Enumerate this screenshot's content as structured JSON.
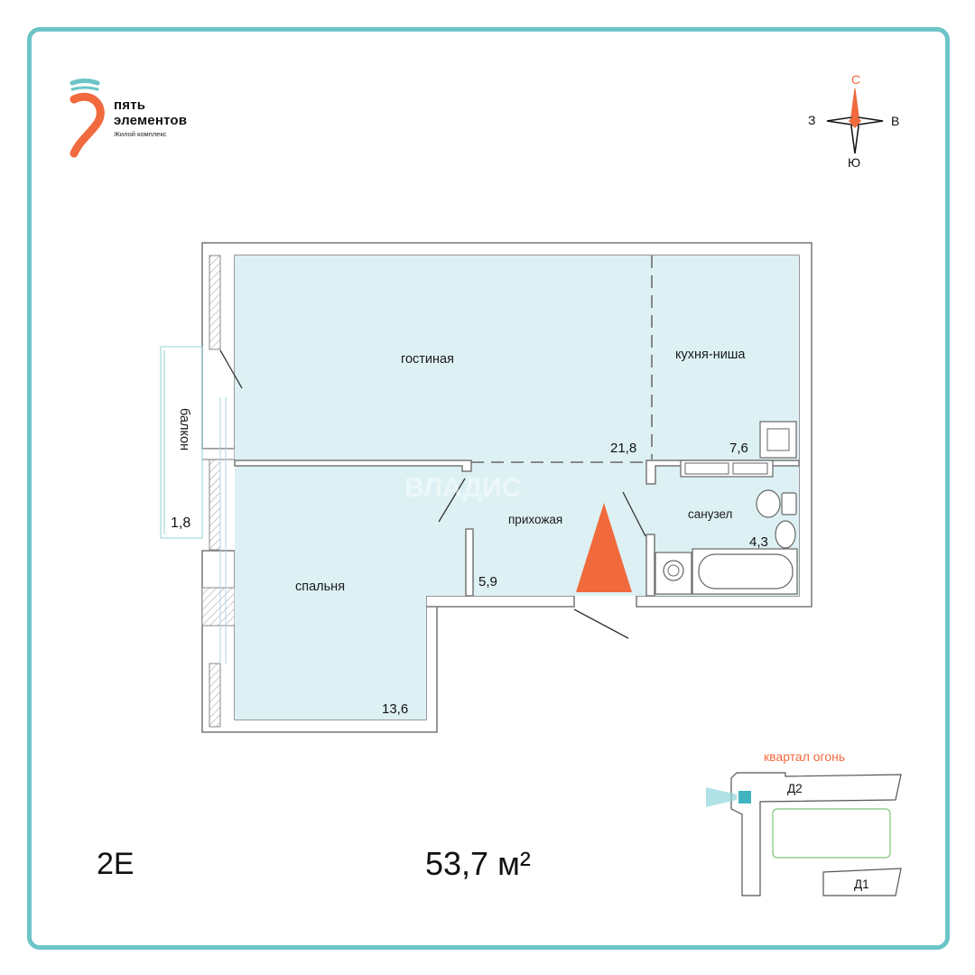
{
  "brand": {
    "name_line1": "пять",
    "name_line2": "элементов",
    "subtitle": "Жилой комплекс",
    "logo_icon": "five-elements-logo-icon"
  },
  "compass": {
    "north": "С",
    "west": "З",
    "east": "В",
    "south": "Ю"
  },
  "rooms": {
    "living": {
      "label": "гостиная",
      "area": "21,8"
    },
    "kitchen": {
      "label": "кухня-ниша",
      "area": "7,6"
    },
    "bathroom": {
      "label": "санузел",
      "area": "4,3"
    },
    "hallway": {
      "label": "прихожая",
      "area": "5,9"
    },
    "bedroom": {
      "label": "спальня",
      "area": "13,6"
    },
    "balcony": {
      "label": "балкон",
      "area": "1,8"
    }
  },
  "apartment": {
    "code": "2E",
    "total_area": "53,7 м²"
  },
  "site_plan": {
    "quarter": "квартал огонь",
    "building_1": "Д1",
    "building_2": "Д2"
  },
  "watermark": "ВЛАДИС",
  "colors": {
    "frame": "#6cc4c8",
    "room_fill": "#ddf1f4",
    "accent": "#f06a3e",
    "marker": "#3fb4bf",
    "green": "#7cc576"
  }
}
